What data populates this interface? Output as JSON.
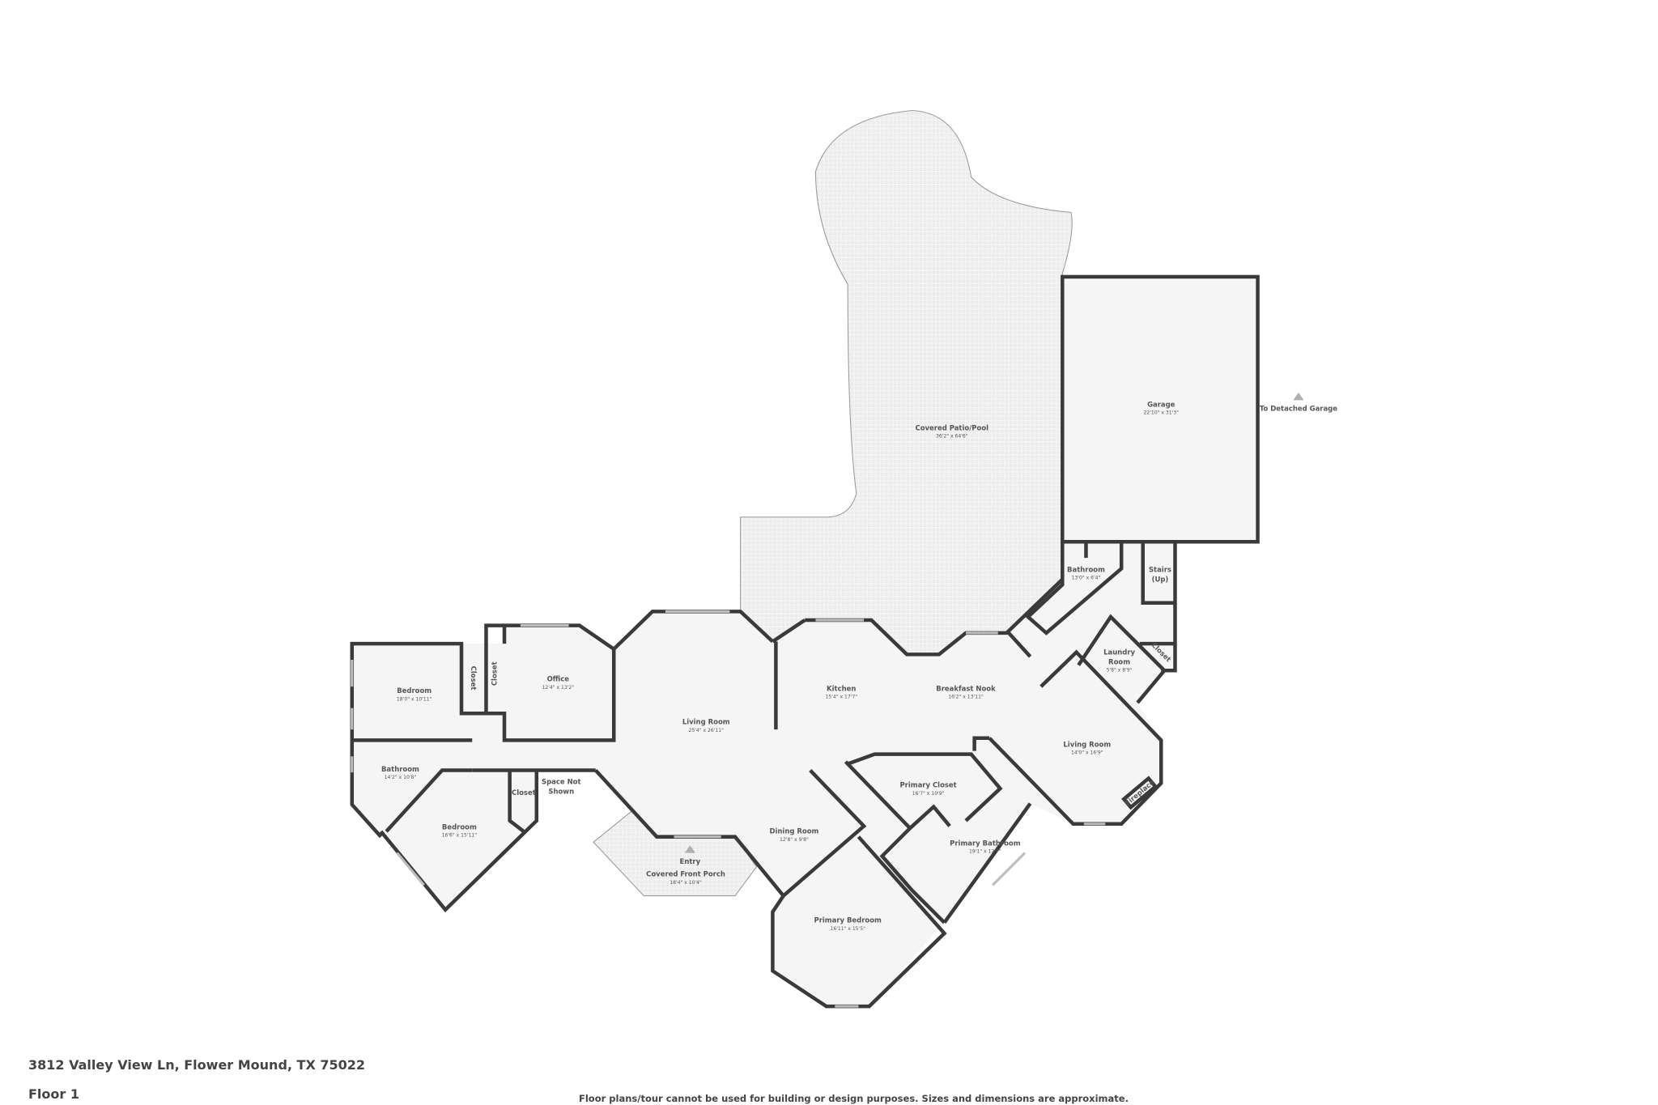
{
  "address": "3812 Valley View Ln, Flower Mound, TX 75022",
  "floor": "Floor 1",
  "disclaimer": "Floor plans/tour cannot be used for building or design purposes. Sizes and dimensions are approximate.",
  "colors": {
    "wall": "#3a3a3a",
    "room_fill": "#f5f5f5",
    "text": "#555555",
    "marker": "#b0b0b0"
  },
  "rooms": {
    "patio": {
      "name": "Covered Patio/Pool",
      "dims": "36'2\" x 64'6\""
    },
    "garage": {
      "name": "Garage",
      "dims": "22'10\" x 31'3\""
    },
    "detached": {
      "name": "To Detached Garage"
    },
    "bath_up": {
      "name": "Bathroom",
      "dims": "13'0\" x 6'4\""
    },
    "stairs": {
      "name1": "Stairs",
      "name2": "(Up)"
    },
    "laundry": {
      "name1": "Laundry",
      "name2": "Room",
      "dims": "5'8\" x 8'9\""
    },
    "closet_laundry": {
      "name": "Closet"
    },
    "kitchen": {
      "name": "Kitchen",
      "dims": "15'4\" x 17'7\""
    },
    "nook": {
      "name": "Breakfast Nook",
      "dims": "16'2\" x 13'11\""
    },
    "living_east": {
      "name": "Living Room",
      "dims": "14'0\" x 16'9\""
    },
    "fireplace": {
      "name": "Fireplace"
    },
    "primary_closet": {
      "name": "Primary Closet",
      "dims": "16'7\" x 10'9\""
    },
    "primary_bath": {
      "name": "Primary Bathroom",
      "dims": "19'1\" x 12'7\""
    },
    "primary_bed": {
      "name": "Primary Bedroom",
      "dims": "16'11\" x 15'5\""
    },
    "dining": {
      "name": "Dining Room",
      "dims": "12'8\" x 9'8\""
    },
    "living_main": {
      "name": "Living Room",
      "dims": "25'4\" x 26'11\""
    },
    "office": {
      "name": "Office",
      "dims": "12'4\" x 13'2\""
    },
    "closet_a": {
      "name": "Closet"
    },
    "closet_b": {
      "name": "Closet"
    },
    "bedroom_nw": {
      "name": "Bedroom",
      "dims": "18'0\" x 10'11\""
    },
    "bath_w": {
      "name": "Bathroom",
      "dims": "14'2\" x 10'8\""
    },
    "closet_c": {
      "name": "Closet"
    },
    "space": {
      "name1": "Space Not",
      "name2": "Shown"
    },
    "bedroom_sw": {
      "name": "Bedroom",
      "dims": "16'6\" x 15'11\""
    },
    "entry": {
      "name": "Entry"
    },
    "porch": {
      "name": "Covered Front Porch",
      "dims": "18'4\" x 10'4\""
    }
  }
}
